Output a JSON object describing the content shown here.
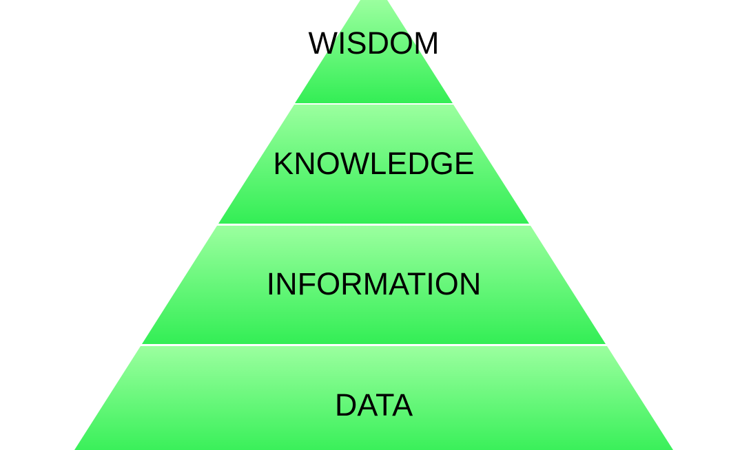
{
  "diagram": {
    "type": "pyramid",
    "title": "",
    "colors": {
      "gradient_top": "#9bff9f",
      "gradient_bottom": "#33ee55",
      "separator": "#ffffff",
      "text": "#000000"
    },
    "layers": [
      {
        "label": "WISDOM",
        "level": 4,
        "position": "top"
      },
      {
        "label": "KNOWLEDGE",
        "level": 3,
        "position": "upper-middle"
      },
      {
        "label": "INFORMATION",
        "level": 2,
        "position": "lower-middle"
      },
      {
        "label": "DATA",
        "level": 1,
        "position": "bottom"
      }
    ]
  }
}
